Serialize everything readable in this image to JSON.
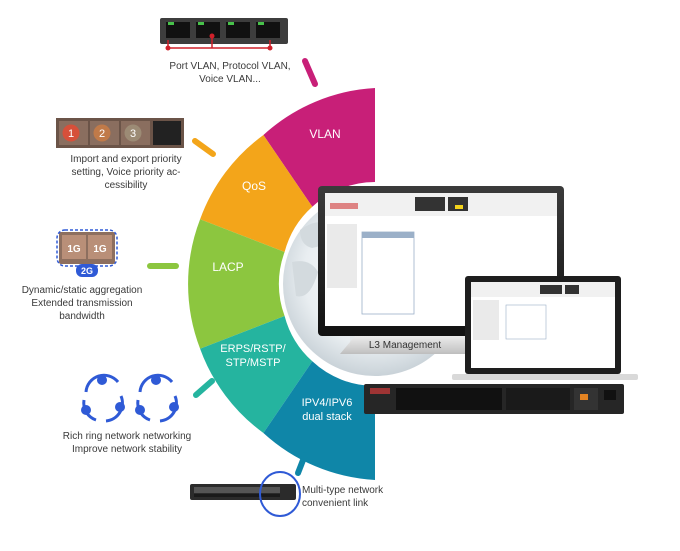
{
  "segments": {
    "vlan": "VLAN",
    "qos": "QoS",
    "lacp": "LACP",
    "erps_1": "ERPS/RSTP/",
    "erps_2": "STP/MSTP",
    "ipv_1": "IPV4/IPV6",
    "ipv_2": "dual stack"
  },
  "captions": {
    "vlan_1": "Port VLAN, Protocol VLAN,",
    "vlan_2": "Voice VLAN...",
    "qos_1": "Import and export priority",
    "qos_2": "setting, Voice priority ac-",
    "qos_3": "cessibility",
    "lacp_1": "Dynamic/static aggregation",
    "lacp_2": "Extended transmission",
    "lacp_3": "bandwidth",
    "ring_1": "Rich ring network networking",
    "ring_2": "Improve network stability",
    "link_1": "Multi-type network",
    "link_2": "convenient link"
  },
  "icons": {
    "priority_1": "1",
    "priority_2": "2",
    "priority_3": "3",
    "agg_port_a": "1G",
    "agg_port_b": "1G",
    "agg_total": "2G"
  },
  "monitor_label": "L3 Management",
  "colors": {
    "vlan": "#c81f78",
    "qos": "#f3a51a",
    "lacp": "#8cc63f",
    "erps": "#25b49f",
    "ipv": "#0f86a8",
    "ring": "#2f5ad6"
  }
}
